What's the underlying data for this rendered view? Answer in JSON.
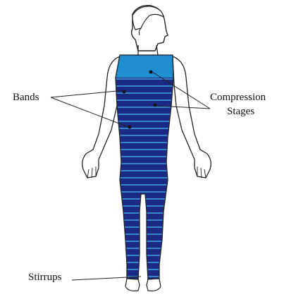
{
  "labels": {
    "bands": "Bands",
    "compression_line1": "Compression",
    "compression_line2": "Stages",
    "stirrups": "Stirrups"
  },
  "colors": {
    "torso_top": "#1f8fd1",
    "suit_dark": "#1c2a86",
    "band_stripe": "#3fa5e0",
    "outline": "#222222",
    "skin": "#ffffff"
  }
}
